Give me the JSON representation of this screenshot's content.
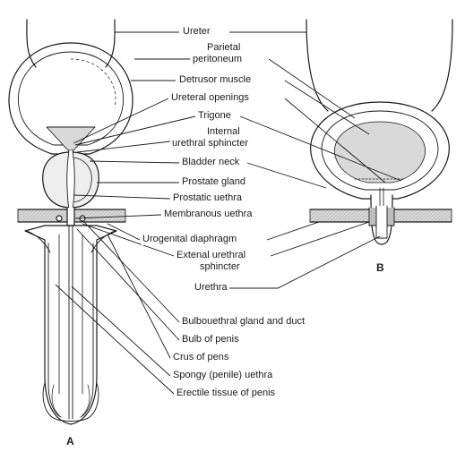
{
  "labels": {
    "ureter": "Ureter",
    "parietal_peritoneum_1": "Parietal",
    "parietal_peritoneum_2": "peritoneum",
    "detrusor_muscle": "Detrusor muscle",
    "ureteral_openings": "Ureteral openings",
    "trigone": "Trigone",
    "internal_sphincter_1": "Internal",
    "internal_sphincter_2": "urethral sphincter",
    "bladder_neck": "Bladder neck",
    "prostate_gland": "Prostate gland",
    "prostatic_urethra": "Prostatic uethra",
    "membranous_urethra": "Membranous uethra",
    "urogenital_diaphragm": "Urogenital diaphragm",
    "external_sphincter_1": "Extenal urethral",
    "external_sphincter_2": "sphincter",
    "urethra": "Urethra",
    "bulbourethral": "Bulbouethral gland and duct",
    "bulb_of_penis": "Bulb of penis",
    "crus_of_penis": "Crus of pens",
    "spongy_urethra": "Spongy (penile) uethra",
    "erectile_tissue": "Erectile tissue of penis"
  },
  "figures": {
    "a": "A",
    "b": "B"
  },
  "colors": {
    "line": "#1a1a1a",
    "shade": "#d9d9d9",
    "shade_dark": "#bdbdbd",
    "background": "#ffffff"
  }
}
